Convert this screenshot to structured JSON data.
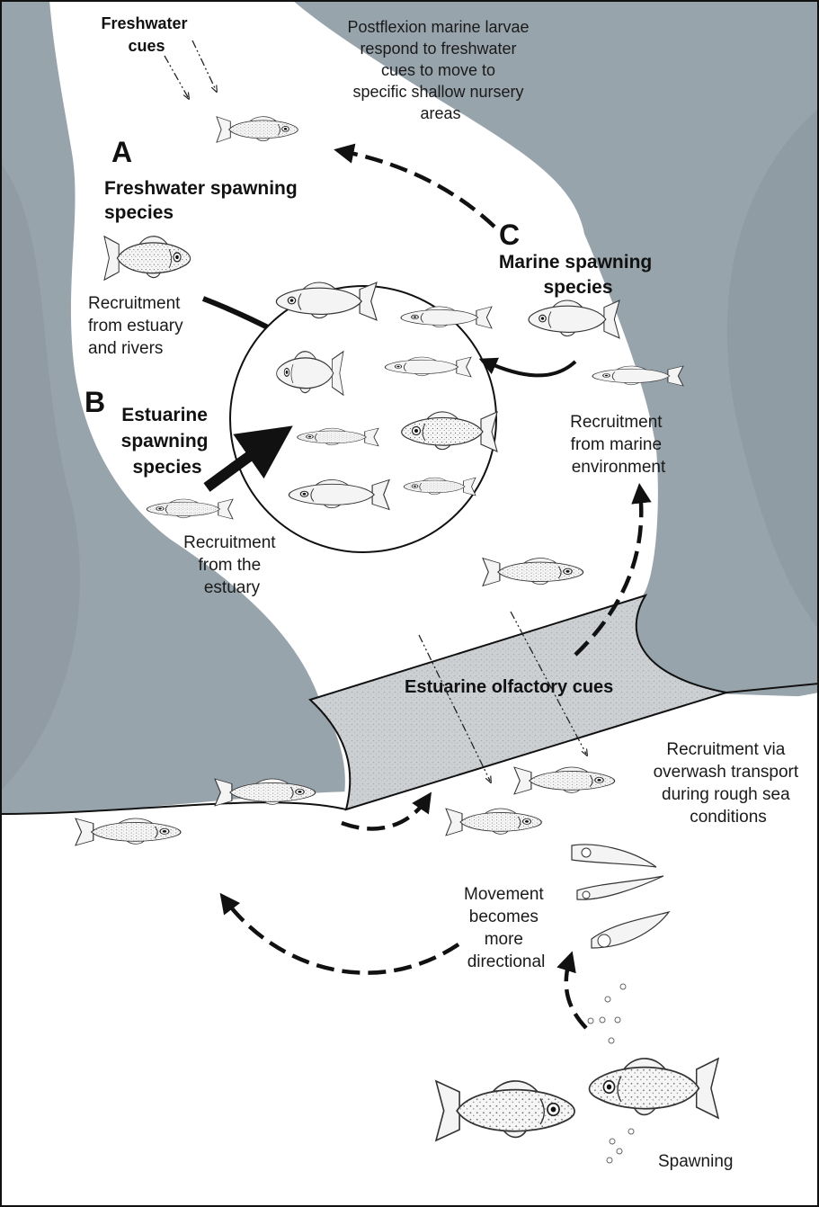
{
  "labels": {
    "freshwater_cues": [
      "Freshwater",
      "cues"
    ],
    "postflexion": [
      "Postflexion marine  larvae",
      "respond to freshwater",
      "cues to move to",
      "specific shallow nursery",
      "areas"
    ],
    "letter_a": "A",
    "freshwater_species": [
      "Freshwater spawning",
      "species"
    ],
    "letter_c": "C",
    "marine_species": [
      "Marine spawning",
      "species"
    ],
    "recruit_estuary_rivers": [
      "Recruitment",
      "from estuary",
      "and rivers"
    ],
    "letter_b": "B",
    "estuarine_species": [
      "Estuarine",
      "spawning",
      "species"
    ],
    "recruit_marine": [
      "Recruitment",
      "from marine",
      "environment"
    ],
    "recruit_estuary": [
      "Recruitment",
      "from the",
      "estuary"
    ],
    "olfactory_cues": "Estuarine olfactory cues",
    "overwash": [
      "Recruitment via",
      "overwash transport",
      "during rough sea",
      "conditions"
    ],
    "movement": [
      "Movement",
      "becomes",
      "more",
      "directional"
    ],
    "spawning": "Spawning"
  },
  "colors": {
    "land": "#98a4ac",
    "land_dark": "#8a969f",
    "water": "#ffffff",
    "sandbar": "#c9cbce",
    "ink": "#111111"
  }
}
